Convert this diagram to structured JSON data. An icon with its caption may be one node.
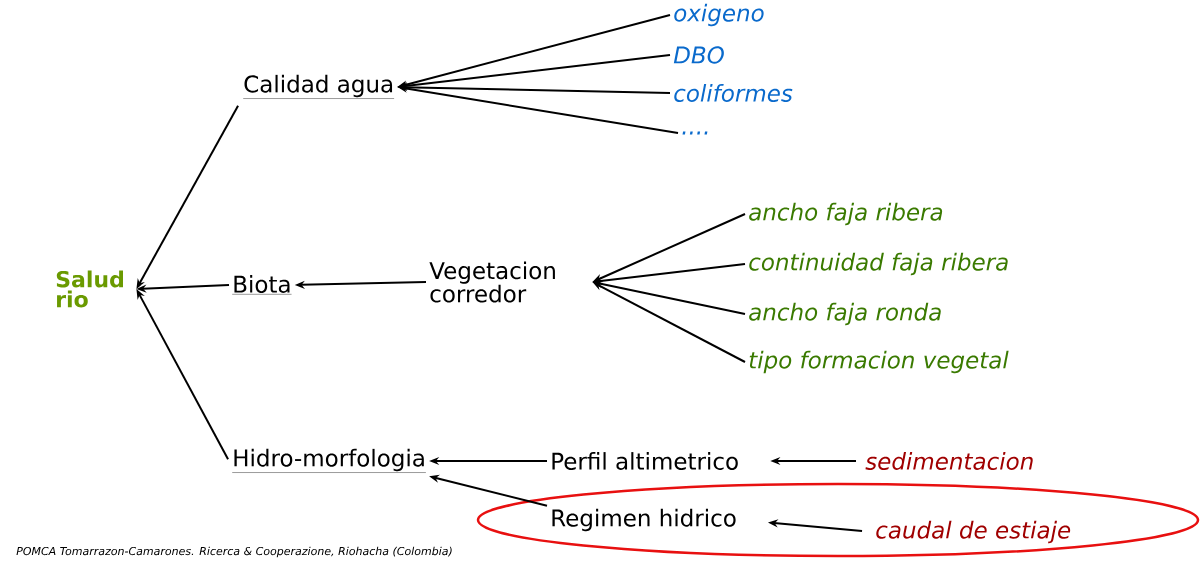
{
  "diagram": {
    "nodes": [
      {
        "text": [
          "Salud rio"
        ]
      },
      {
        "text": [
          "Calidad agua"
        ]
      },
      {
        "text": [
          "oxigeno"
        ]
      },
      {
        "text": [
          "DBO"
        ]
      },
      {
        "text": [
          "coliformes"
        ]
      },
      {
        "text": [
          "...."
        ]
      },
      {
        "text": [
          "Biota"
        ]
      },
      {
        "text": [
          "Vegetacion corredor"
        ]
      },
      {
        "text": [
          "ancho faja ribera"
        ]
      },
      {
        "text": [
          "continuidad faja ribera"
        ]
      },
      {
        "text": [
          "ancho faja ronda"
        ]
      },
      {
        "text": [
          "tipo formacion vegetal"
        ]
      },
      {
        "text": [
          "Hidro-morfologia"
        ]
      },
      {
        "text": [
          "Perfil altimetrico"
        ]
      },
      {
        "text": [
          "sedimentacion"
        ]
      },
      {
        "text": [
          "Regimen hidrico"
        ]
      },
      {
        "text": [
          "caudal de estiaje"
        ]
      }
    ],
    "edges": [
      {
        "from": 1,
        "to": 0,
        "arrow": "to"
      },
      {
        "from": 2,
        "to": 1,
        "arrow": "to"
      },
      {
        "from": 3,
        "to": 1,
        "arrow": "to"
      },
      {
        "from": 4,
        "to": 1,
        "arrow": "to"
      },
      {
        "from": 5,
        "to": 1,
        "arrow": "to"
      },
      {
        "from": 6,
        "to": 0,
        "arrow": "to"
      },
      {
        "from": 7,
        "to": 6,
        "arrow": "to"
      },
      {
        "from": 8,
        "to": 7,
        "arrow": "to"
      },
      {
        "from": 9,
        "to": 7,
        "arrow": "to"
      },
      {
        "from": 10,
        "to": 7,
        "arrow": "to"
      },
      {
        "from": 11,
        "to": 7,
        "arrow": "to"
      },
      {
        "from": 12,
        "to": 0,
        "arrow": "to"
      },
      {
        "from": 13,
        "to": 12,
        "arrow": "to"
      },
      {
        "from": 14,
        "to": 13,
        "arrow": "to"
      },
      {
        "from": 15,
        "to": 12,
        "arrow": "to"
      },
      {
        "from": 16,
        "to": 15,
        "arrow": "to"
      }
    ],
    "labels": [
      "POMCA Tomarrazon-Camarones. Ricerca & Cooperazione, Riohacha (Colombia)"
    ]
  }
}
